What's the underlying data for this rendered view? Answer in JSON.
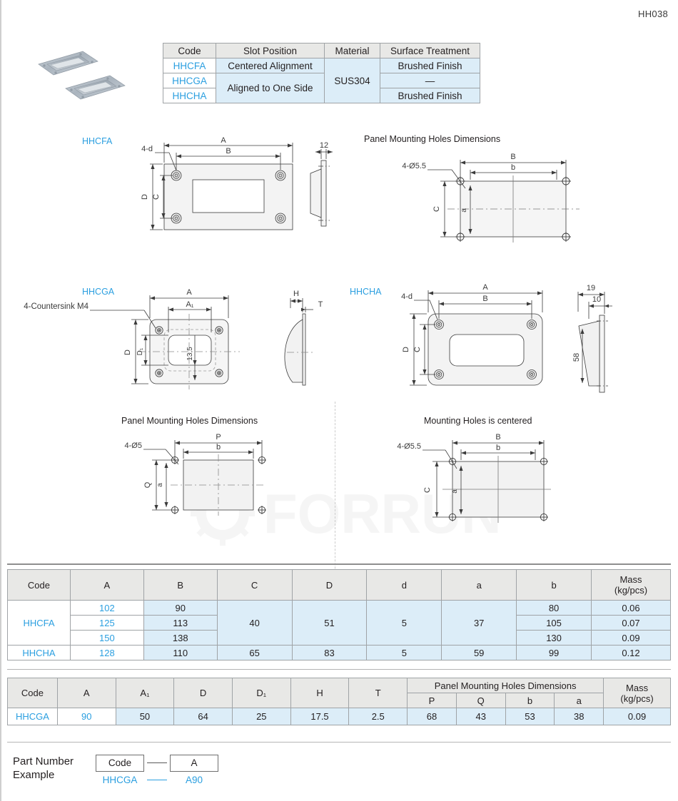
{
  "document": {
    "code": "HH038"
  },
  "spec_table": {
    "headers": [
      "Code",
      "Slot  Position",
      "Material",
      "Surface Treatment"
    ],
    "rows": [
      {
        "code": "HHCFA",
        "slot": "Centered Alignment",
        "material": "SUS304",
        "surface": "Brushed Finish"
      },
      {
        "code": "HHCGA",
        "slot": "Aligned to One Side",
        "material": "",
        "surface": "—"
      },
      {
        "code": "HHCHA",
        "slot": "",
        "material": "",
        "surface": "Brushed Finish"
      }
    ]
  },
  "drawings": {
    "hhcfa": {
      "label": "HHCFA",
      "dims": {
        "A": "A",
        "B": "B",
        "C": "C",
        "D": "D",
        "holes": "4-d",
        "thickness": "12"
      }
    },
    "panel_top": {
      "caption": "Panel Mounting Holes Dimensions",
      "dims": {
        "B": "B",
        "b": "b",
        "C": "C",
        "a": "a",
        "holes": "4-Ø5.5"
      }
    },
    "hhcga": {
      "label": "HHCGA",
      "dims": {
        "A": "A",
        "A1": "A₁",
        "D": "D",
        "D1": "D₁",
        "H": "H",
        "T": "T",
        "slot_depth": "13.5",
        "holes": "4-Countersink M4"
      }
    },
    "hhcha": {
      "label": "HHCHA",
      "dims": {
        "A": "A",
        "B": "B",
        "C": "C",
        "D": "D",
        "holes": "4-d",
        "w1": "19",
        "w2": "10",
        "h": "58"
      }
    },
    "panel_ga": {
      "caption": "Panel Mounting Holes Dimensions",
      "dims": {
        "P": "P",
        "b": "b",
        "Q": "Q",
        "a": "a",
        "holes": "4-Ø5"
      }
    },
    "panel_ha": {
      "caption": "Mounting Holes is centered",
      "dims": {
        "B": "B",
        "b": "b",
        "C": "C",
        "a": "a",
        "holes": "4-Ø5.5"
      }
    },
    "watermark_text": "FORRUN"
  },
  "table1": {
    "headers": [
      "Code",
      "A",
      "B",
      "C",
      "D",
      "d",
      "a",
      "b",
      "Mass",
      "(kg/pcs)"
    ],
    "groups": [
      {
        "code": "HHCFA",
        "C": "40",
        "D": "51",
        "d": "5",
        "a": "37",
        "rows": [
          {
            "A": "102",
            "B": "90",
            "b": "80",
            "mass": "0.06"
          },
          {
            "A": "125",
            "B": "113",
            "b": "105",
            "mass": "0.07"
          },
          {
            "A": "150",
            "B": "138",
            "b": "130",
            "mass": "0.09"
          }
        ]
      },
      {
        "code": "HHCHA",
        "C": "65",
        "D": "83",
        "d": "5",
        "a": "59",
        "rows": [
          {
            "A": "128",
            "B": "110",
            "b": "99",
            "mass": "0.12"
          }
        ]
      }
    ]
  },
  "table2": {
    "headers": [
      "Code",
      "A",
      "A₁",
      "D",
      "D₁",
      "H",
      "T"
    ],
    "group_header": "Panel Mounting Holes Dimensions",
    "sub_headers": [
      "P",
      "Q",
      "b",
      "a"
    ],
    "mass_header": "Mass",
    "mass_unit": "(kg/pcs)",
    "rows": [
      {
        "code": "HHCGA",
        "A": "90",
        "A1": "50",
        "D": "64",
        "D1": "25",
        "H": "17.5",
        "T": "2.5",
        "P": "68",
        "Q": "43",
        "b": "53",
        "a": "38",
        "mass": "0.09"
      }
    ]
  },
  "part_number": {
    "title_line1": "Part Number",
    "title_line2": "Example",
    "box1": "Code",
    "box2": "A",
    "example1": "HHCGA",
    "example2": "A90"
  },
  "colors": {
    "accent_blue": "#2b9fe0",
    "cell_blue": "#dcedf8",
    "header_gray": "#e8e8e6",
    "border_gray": "#9fa3a6"
  }
}
